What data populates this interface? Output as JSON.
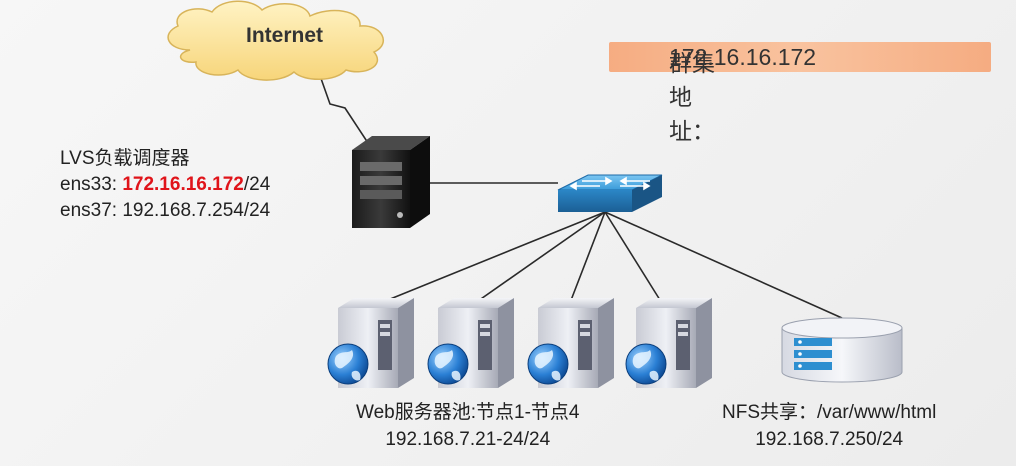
{
  "internet": {
    "label": "Internet"
  },
  "cluster": {
    "label": "群集地址：",
    "address": "172.16.16.172"
  },
  "lvs": {
    "title": "LVS负载调度器",
    "ens33_prefix": "ens33: ",
    "ens33_ip": "172.16.16.172",
    "ens33_suffix": "/24",
    "ens37": "ens37: 192.168.7.254/24"
  },
  "web_pool": {
    "title": "Web服务器池:节点1-节点4",
    "ips": "192.168.7.21-24/24"
  },
  "nfs": {
    "title": "NFS共享：/var/www/html",
    "ip": "192.168.7.250/24"
  },
  "colors": {
    "highlight": "#e0141a",
    "cloud": "#fbe39a",
    "switch": "#2e8fd0",
    "banner": "#f6a06e"
  }
}
